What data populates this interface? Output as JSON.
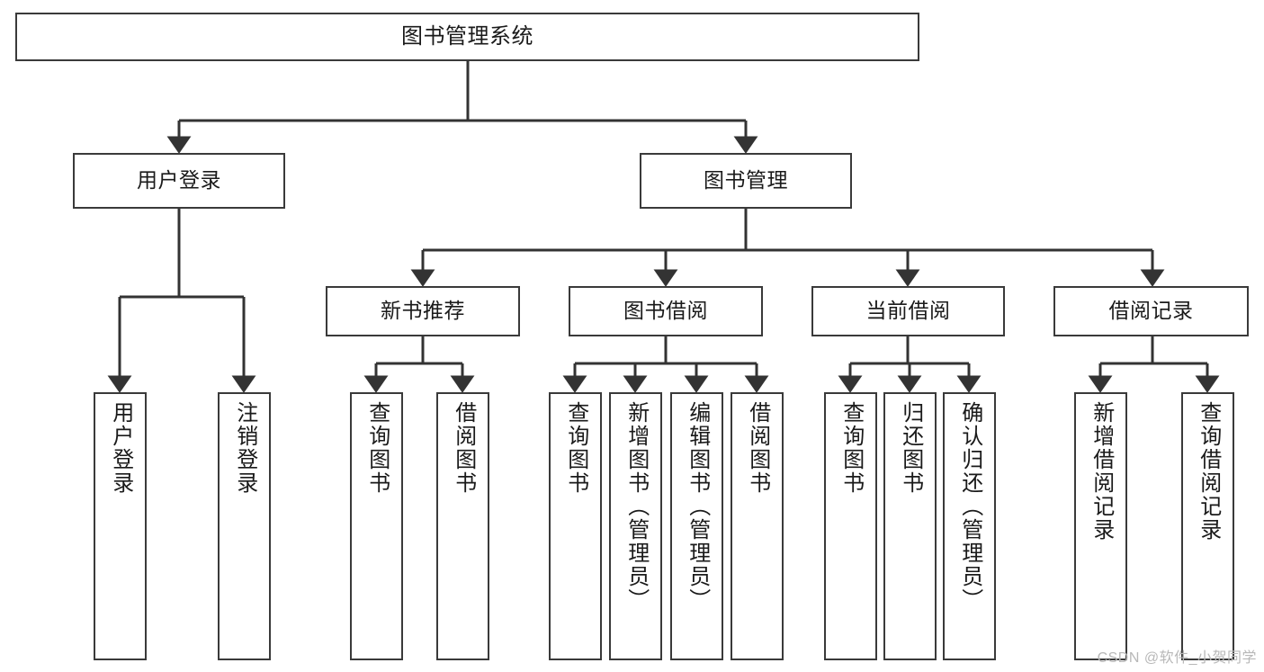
{
  "diagram": {
    "title": "图书管理系统",
    "type": "hierarchy-tree",
    "colors": {
      "box_border": "#3a3a3a",
      "box_fill": "#ffffff",
      "edge": "#333333",
      "text": "#1a1a1a",
      "watermark": "#b8b8b8"
    },
    "watermark": "CSDN @软件_小贺同学",
    "nodes": {
      "root": {
        "label": "图书管理系统"
      },
      "level2": [
        {
          "label": "用户登录"
        },
        {
          "label": "图书管理"
        }
      ],
      "level3": [
        {
          "label": "新书推荐"
        },
        {
          "label": "图书借阅"
        },
        {
          "label": "当前借阅"
        },
        {
          "label": "借阅记录"
        }
      ],
      "leaves_user_login": [
        {
          "label": "用户登录"
        },
        {
          "label": "注销登录"
        }
      ],
      "leaves_new_book": [
        {
          "label": "查询图书"
        },
        {
          "label": "借阅图书"
        }
      ],
      "leaves_borrow": [
        {
          "label": "查询图书"
        },
        {
          "label": "新增图书（管理员）"
        },
        {
          "label": "编辑图书（管理员）"
        },
        {
          "label": "借阅图书"
        }
      ],
      "leaves_current": [
        {
          "label": "查询图书"
        },
        {
          "label": "归还图书"
        },
        {
          "label": "确认归还（管理员）"
        }
      ],
      "leaves_records": [
        {
          "label": "新增借阅记录"
        },
        {
          "label": "查询借阅记录"
        }
      ]
    }
  }
}
